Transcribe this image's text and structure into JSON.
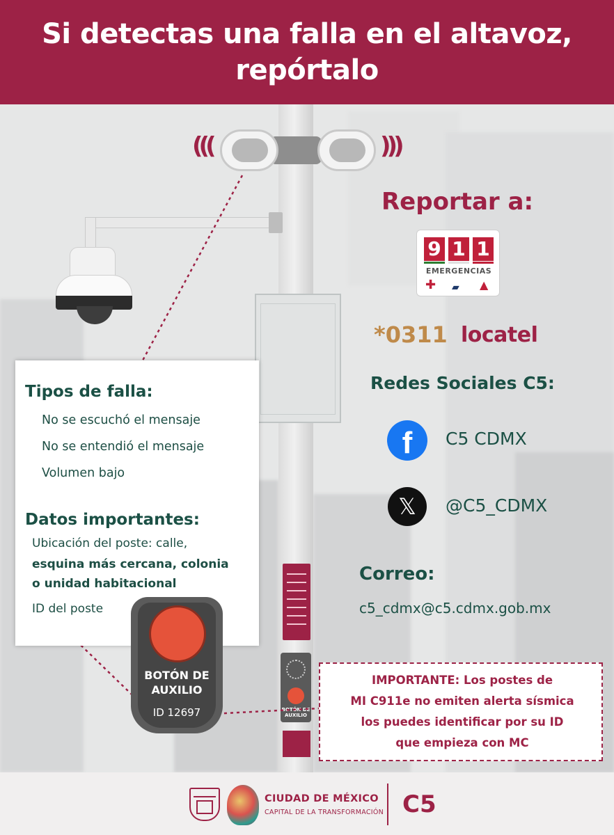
{
  "header": {
    "title_line1": "Si detectas una falla en el altavoz,",
    "title_line2": "repórtalo"
  },
  "card": {
    "tipos_title": "Tipos de falla:",
    "tipos_items": [
      "No se escuchó el mensaje",
      "No se entendió el mensaje",
      "Volumen bajo"
    ],
    "datos_title": "Datos importantes:",
    "datos_items": [
      "Ubicación del poste: calle,",
      "esquina más cercana, colonia",
      "o unidad habitacional",
      "ID del poste"
    ]
  },
  "button_graphic": {
    "label_line1": "BOTÓN DE",
    "label_line2": "AUXILIO",
    "id": "ID 12697"
  },
  "pole_button": {
    "label": "BOTÓN DE AUXILIO"
  },
  "report": {
    "title": "Reportar a:",
    "logo_911": {
      "digits": [
        "9",
        "1",
        "1"
      ],
      "label": "EMERGENCIAS"
    },
    "locatel_number": "*0311",
    "locatel_name": "locatel"
  },
  "social": {
    "title": "Redes Sociales C5:",
    "facebook_label": "C5 CDMX",
    "x_label": "@C5_CDMX"
  },
  "mail": {
    "title": "Correo:",
    "value": "c5_cdmx@c5.cdmx.gob.mx"
  },
  "important": {
    "prefix": "IMPORTANTE:",
    "line1_rest": " Los postes de",
    "line2": "MI C911e no emiten alerta sísmica",
    "line3": "los puedes identificar por su ID",
    "line4": "que empieza con MC"
  },
  "footer": {
    "cdmx_name": "CIUDAD DE MÉXICO",
    "cdmx_sub": "CAPITAL DE LA TRANSFORMACIÓN",
    "c5": "C5"
  },
  "icons": {
    "facebook": "facebook-icon",
    "x": "x-twitter-icon",
    "sound": "sound-wave-icon"
  },
  "colors": {
    "brand_red": "#9d2246",
    "brand_green": "#1b5045",
    "gold": "#bf8a4a",
    "facebook_blue": "#1877f2"
  }
}
